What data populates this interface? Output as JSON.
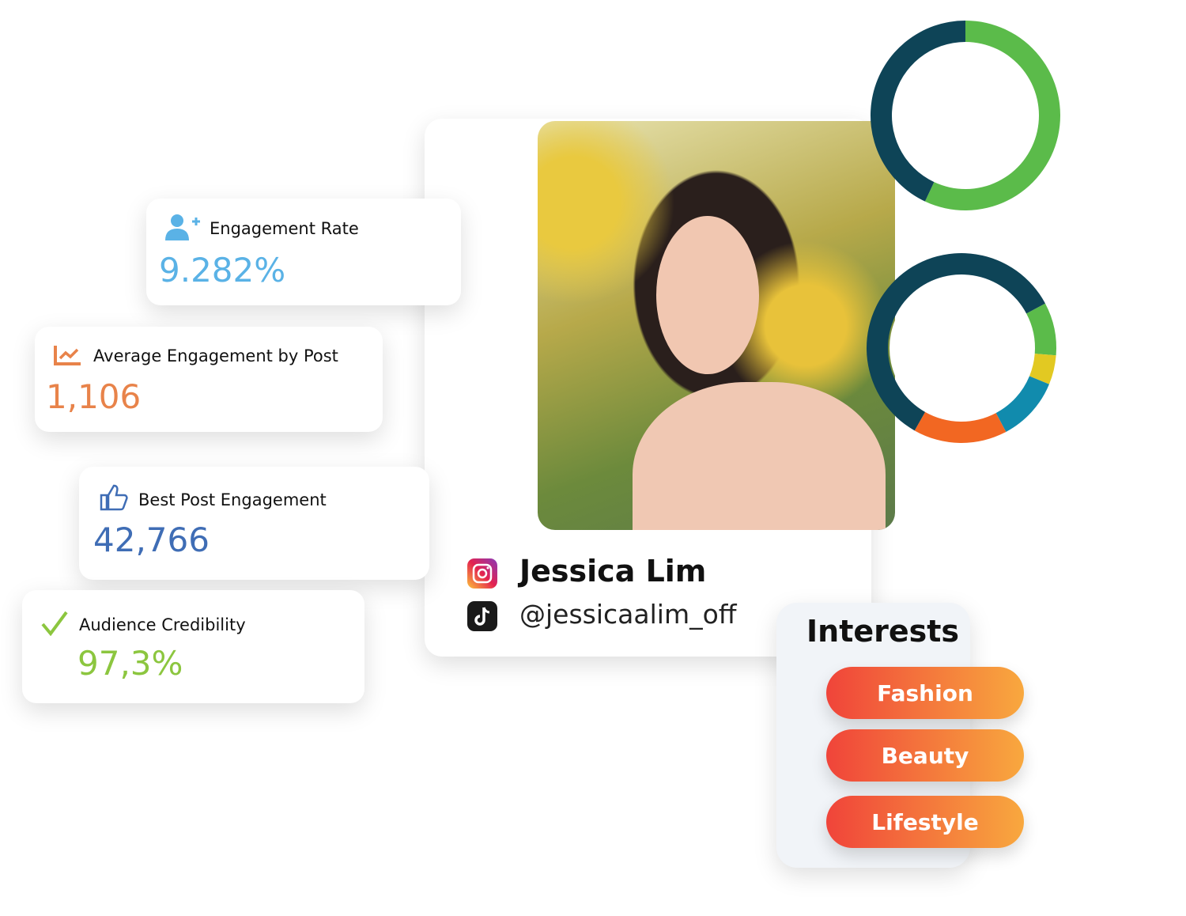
{
  "metrics": [
    {
      "title": "Engagement Rate",
      "value": "9.282%",
      "color": "#5ab2e6",
      "icon": "user-plus-icon"
    },
    {
      "title": "Average Engagement by Post",
      "value": "1,106",
      "color": "#e8834a",
      "icon": "trending-chart-icon"
    },
    {
      "title": "Best Post Engagement",
      "value": "42,766",
      "color": "#3f6db5",
      "icon": "thumbs-up-icon"
    },
    {
      "title": "Audience Credibility",
      "value": "97,3%",
      "color": "#8cc63f",
      "icon": "checkmark-icon"
    }
  ],
  "profile": {
    "name": "Jessica Lim",
    "handle": "@jessicaalim_off"
  },
  "interests": {
    "title": "Interests",
    "items": [
      "Fashion",
      "Beauty",
      "Lifestyle"
    ]
  },
  "chart_data": [
    {
      "type": "pie",
      "segments": [
        {
          "value": 57,
          "color": "#5bbb4a"
        },
        {
          "value": 43,
          "color": "#0e4457"
        }
      ]
    },
    {
      "type": "pie",
      "segments": [
        {
          "value": 9,
          "color": "#5bbb4a"
        },
        {
          "value": 5,
          "color": "#e2c922"
        },
        {
          "value": 11,
          "color": "#118bad"
        },
        {
          "value": 16,
          "color": "#f26722"
        },
        {
          "value": 59,
          "color": "#0e4457"
        }
      ],
      "start_angle": 62
    }
  ]
}
